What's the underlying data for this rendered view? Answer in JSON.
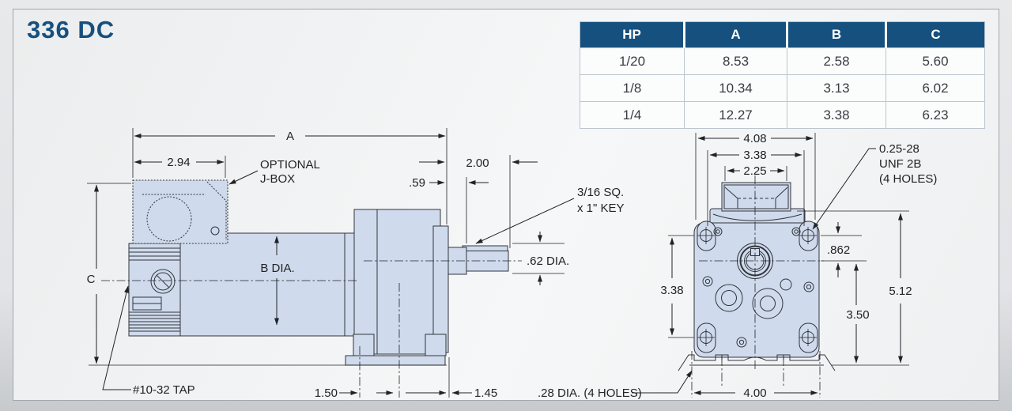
{
  "title": "336 DC",
  "colors": {
    "accent": "#15507e",
    "part_fill": "#cfdaec",
    "line": "#31363d",
    "title": "#17507f"
  },
  "table": {
    "headers": [
      "HP",
      "A",
      "B",
      "C"
    ],
    "rows": [
      [
        "1/20",
        "8.53",
        "2.58",
        "5.60"
      ],
      [
        "1/8",
        "10.34",
        "3.13",
        "6.02"
      ],
      [
        "1/4",
        "12.27",
        "3.38",
        "6.23"
      ]
    ]
  },
  "side": {
    "a": "A",
    "w294": "2.94",
    "opt1": "OPTIONAL",
    "opt2": "J-BOX",
    "len200": "2.00",
    "f59": ".59",
    "key1": "3/16 SQ.",
    "key2": "x 1\" KEY",
    "bdia": "B DIA.",
    "s62": ".62 DIA.",
    "c": "C",
    "tap": "#10-32 TAP",
    "m150": "1.50",
    "m145": "1.45"
  },
  "front": {
    "w408": "4.08",
    "w338": "3.38",
    "w225": "2.25",
    "unf1": "0.25-28",
    "unf2": "UNF 2B",
    "unf3": "(4 HOLES)",
    "h862": ".862",
    "h338": "3.38",
    "h350": "3.50",
    "h512": "5.12",
    "holes28": ".28 DIA. (4 HOLES)",
    "w400": "4.00"
  }
}
